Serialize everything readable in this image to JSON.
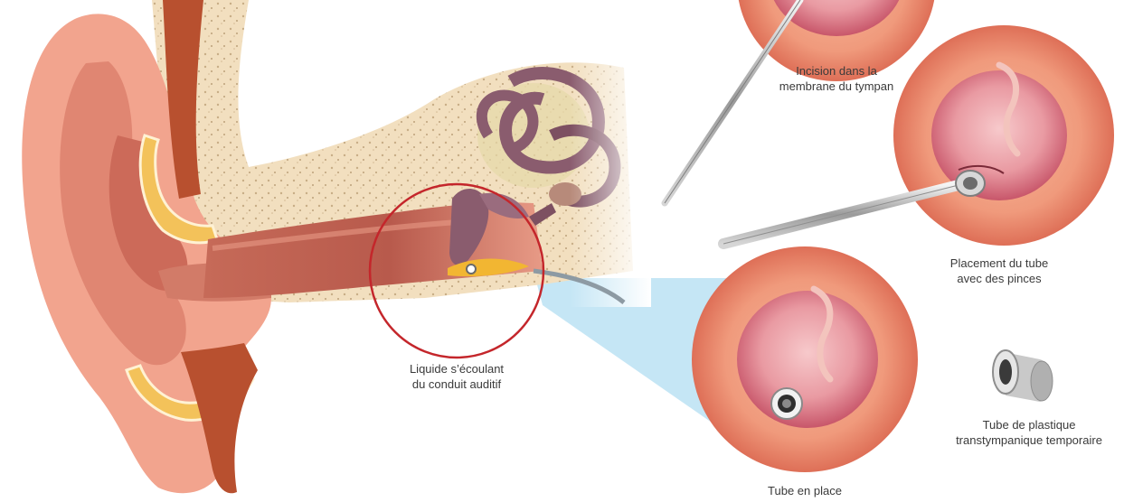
{
  "labels": {
    "fluid": {
      "line1": "Liquide s’écoulant",
      "line2": "du conduit auditif"
    },
    "incision": {
      "line1": "Incision dans la",
      "line2": "membrane du tympan"
    },
    "placement": {
      "line1": "Placement du tube",
      "line2": "avec des pinces"
    },
    "in_place": {
      "line1": "Tube en place"
    },
    "plastic_tube": {
      "line1": "Tube de plastique",
      "line2": "transtympanique temporaire"
    }
  },
  "colors": {
    "skin": "#f2a48e",
    "skin_dark": "#d7705c",
    "bone": "#f1dcb8",
    "cartilage": "#f3c25a",
    "muscle": "#b8502f",
    "ossicles": "#8a5c6e",
    "highlight_circle": "#c4262b",
    "zoom_beam": "#bfe3f4",
    "eardrum": "#e9a8a6",
    "eardrum_inner": "#dc7f86"
  }
}
